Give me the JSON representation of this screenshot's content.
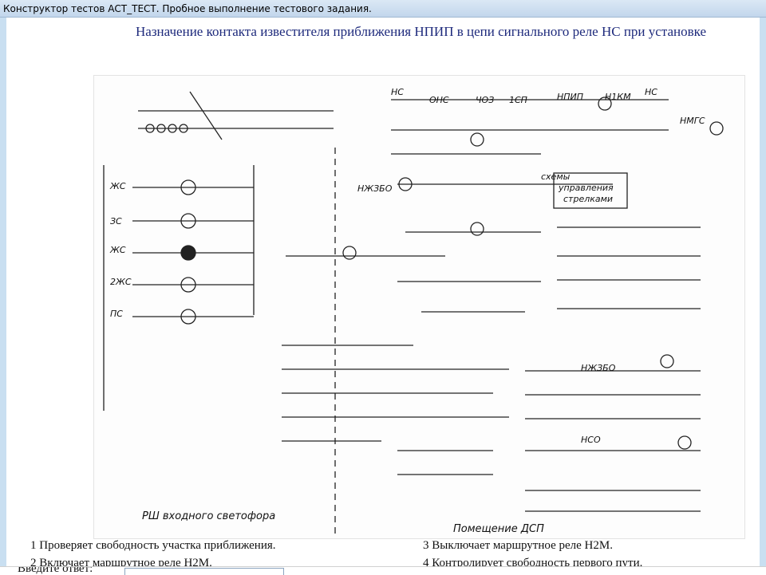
{
  "window": {
    "title": "Конструктор тестов АСТ_ТЕСТ. Пробное выполнение тестового задания."
  },
  "question": {
    "text": "Назначение контакта известителя приближения НПИП в цепи сигнального реле НС при установке"
  },
  "schematic": {
    "caption_left": "РШ входного светофора",
    "caption_right": "Помещение ДСП"
  },
  "answers": [
    {
      "label": "1 Проверяет свободность участка приближения."
    },
    {
      "label": "2 Включает маршрутное реле Н2М."
    },
    {
      "label": "3 Выключает маршрутное реле Н2М."
    },
    {
      "label": "4 Контролирует свободность первого пути."
    }
  ],
  "entry": {
    "label": "Введите ответ:",
    "value": ""
  }
}
